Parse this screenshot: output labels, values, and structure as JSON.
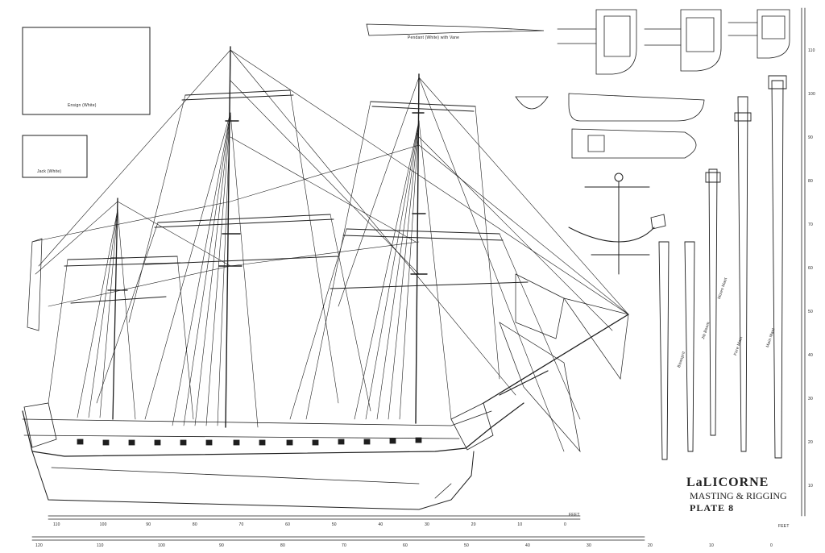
{
  "title": {
    "name": "LaLICORNE",
    "subtitle": "MASTING & RIGGING",
    "plate": "PLATE 8"
  },
  "labels": {
    "ensign": "Ensign (White)",
    "jack": "Jack (White)",
    "pendant": "Pendant (White) with Vane",
    "bowsprit": "Bowsprit",
    "jib_boom": "Jib Boom",
    "fore_mast": "Fore Mast",
    "main_mast": "Main Mast",
    "mizzen_mast": "Mizen Mast",
    "feet_top": "FEET",
    "feet_bottom": "FEET"
  },
  "scale_top": [
    "110",
    "100",
    "90",
    "80",
    "70",
    "60",
    "50",
    "40",
    "30",
    "20",
    "10",
    "0"
  ],
  "scale_bottom": [
    "120",
    "110",
    "100",
    "90",
    "80",
    "70",
    "60",
    "50",
    "40",
    "30",
    "20",
    "10",
    "0"
  ],
  "scale_right": [
    "110",
    "100",
    "90",
    "80",
    "70",
    "60",
    "50",
    "40",
    "30",
    "20",
    "10"
  ]
}
